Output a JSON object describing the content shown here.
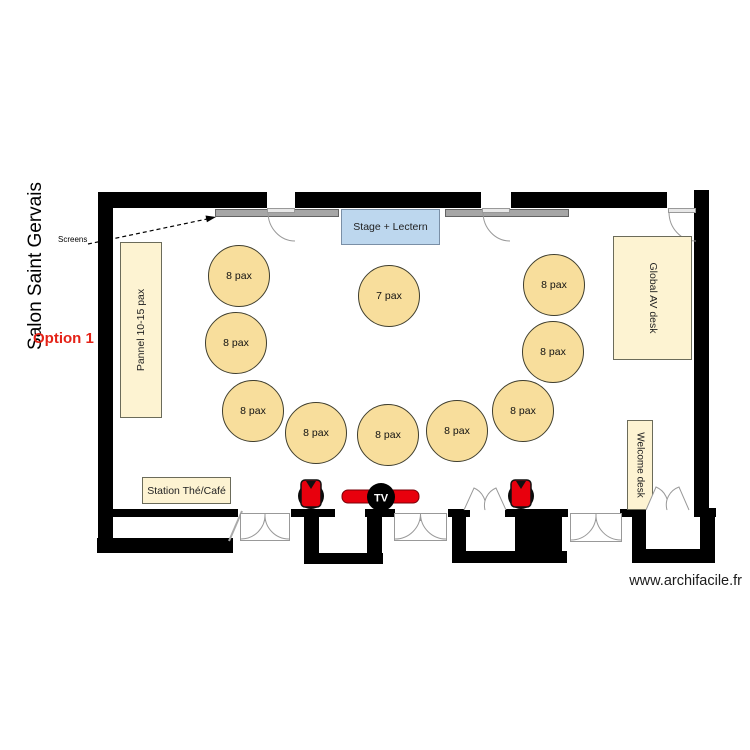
{
  "plan": {
    "room_title": "Salon Saint Gervais",
    "option_label": "Option 1",
    "screens_label": "Screens",
    "watermark": "www.archifacile.fr"
  },
  "furniture": {
    "stage_label": "Stage + Lectern",
    "pannel_label": "Pannel 10-15 pax",
    "global_av_label": "Global AV desk",
    "welcome_label": "Welcome desk",
    "station_label": "Station Thé/Café",
    "tv_label": "TV"
  },
  "tables": [
    {
      "label": "8 pax"
    },
    {
      "label": "8 pax"
    },
    {
      "label": "8 pax"
    },
    {
      "label": "8 pax"
    },
    {
      "label": "8 pax"
    },
    {
      "label": "8 pax"
    },
    {
      "label": "8 pax"
    },
    {
      "label": "8 pax"
    },
    {
      "label": "8 pax"
    },
    {
      "label": "7 pax"
    }
  ],
  "colors": {
    "wall": "#000000",
    "table_fill": "#F8DE9C",
    "stage_fill": "#BDD7EE",
    "label_fill": "#FDF3D2",
    "screen_gray": "#A6A6A6",
    "accent_red": "#E8000D",
    "option_red": "#E42217",
    "door_line": "#999999"
  }
}
